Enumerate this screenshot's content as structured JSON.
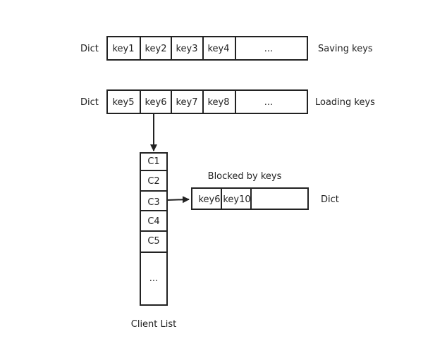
{
  "saving_row": {
    "dict_label": "Dict",
    "cells": [
      "key1",
      "key2",
      "key3",
      "key4",
      "..."
    ],
    "side_label": "Saving keys"
  },
  "loading_row": {
    "dict_label": "Dict",
    "cells": [
      "key5",
      "key6",
      "key7",
      "key8",
      "..."
    ],
    "side_label": "Loading keys"
  },
  "client_list": {
    "cells": [
      "C1",
      "C2",
      "C3",
      "C4",
      "C5",
      "..."
    ],
    "label": "Client List"
  },
  "blocked": {
    "title": "Blocked by keys",
    "cells": [
      "key6",
      "key10",
      ""
    ],
    "dict_label": "Dict"
  },
  "colors": {
    "stroke": "#222222",
    "text": "#222222",
    "background": "#ffffff"
  }
}
